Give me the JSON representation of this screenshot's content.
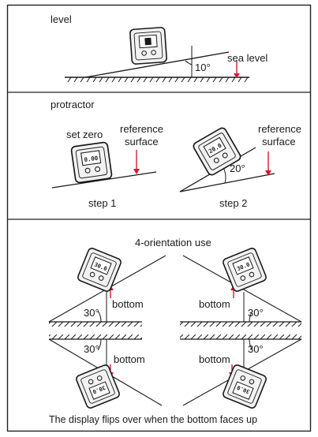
{
  "level": {
    "title": "level",
    "angle": "10°",
    "surface_label": "sea level"
  },
  "protractor": {
    "title": "protractor",
    "step1": {
      "set_zero": "set zero",
      "ref_line1": "reference",
      "ref_line2": "surface",
      "caption": "step 1",
      "display": "0.00"
    },
    "step2": {
      "ref_line1": "reference",
      "ref_line2": "surface",
      "angle": "20°",
      "caption": "step 2",
      "display": "20.0"
    }
  },
  "orientation": {
    "title": "4-orientation use",
    "bottom_label": "bottom",
    "angle": "30°",
    "display": "30.0",
    "caption": "The display flips over when the bottom faces up"
  },
  "colors": {
    "accent": "#d7192b",
    "ink": "#1a1a1a",
    "frame": "#222222"
  }
}
